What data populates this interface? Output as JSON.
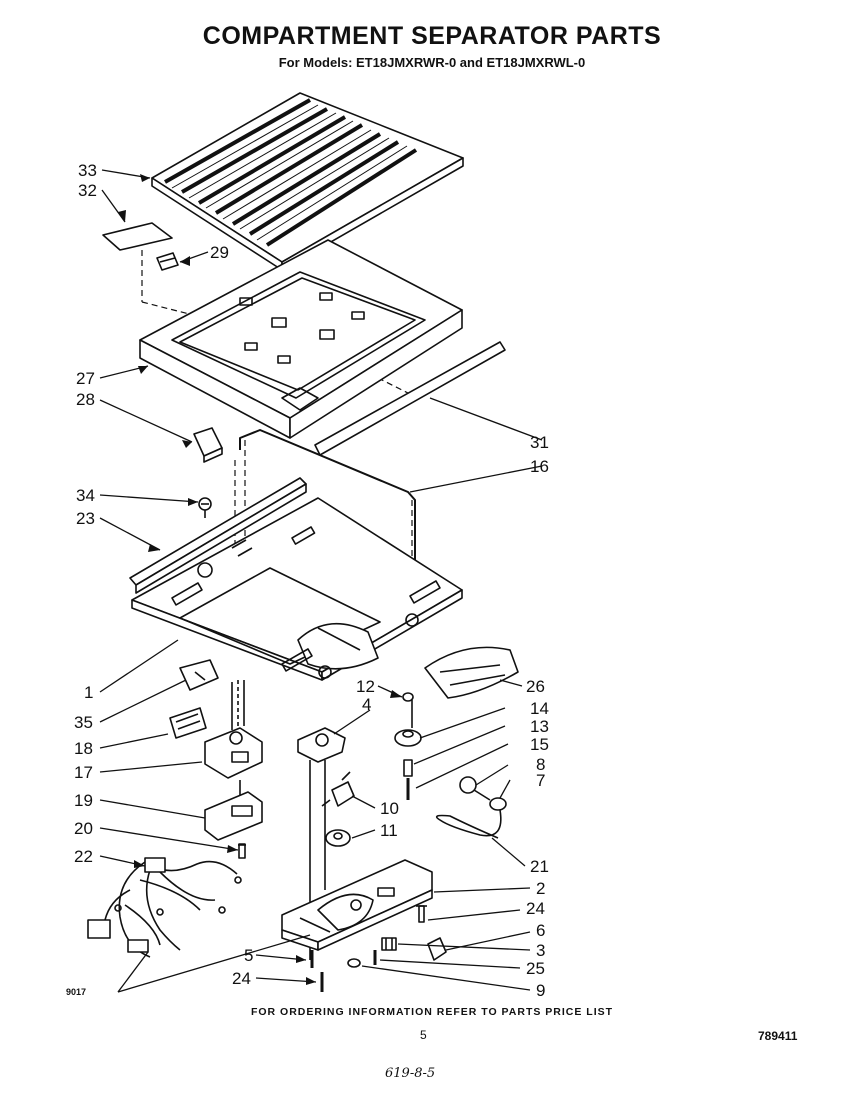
{
  "header": {
    "title": "COMPARTMENT SEPARATOR PARTS",
    "subtitle": "For Models: ET18JMXRWR-0 and ET18JMXRWL-0"
  },
  "diagram": {
    "code": "9017",
    "callouts": [
      "33",
      "32",
      "29",
      "27",
      "28",
      "31",
      "16",
      "34",
      "23",
      "1",
      "35",
      "18",
      "17",
      "19",
      "20",
      "22",
      "26",
      "12",
      "4",
      "14",
      "13",
      "15",
      "8",
      "7",
      "10",
      "11",
      "21",
      "2",
      "24",
      "6",
      "3",
      "5",
      "24",
      "25",
      "9"
    ]
  },
  "footer": {
    "ordering_note": "FOR ORDERING INFORMATION REFER TO PARTS PRICE LIST",
    "page_number": "5",
    "document_number": "789411",
    "handwritten_note": "619-8-5"
  }
}
